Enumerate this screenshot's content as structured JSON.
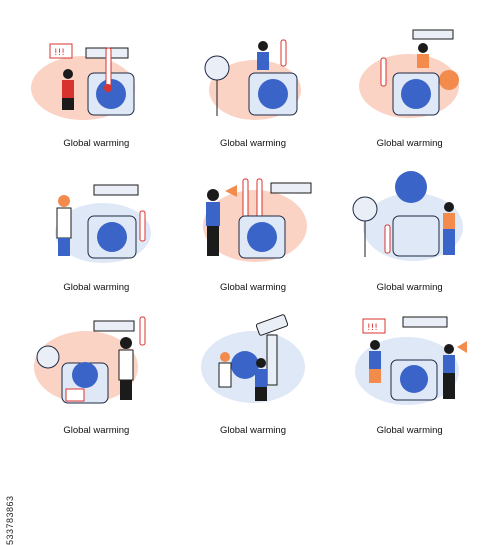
{
  "tiles": [
    {
      "caption": "Global warming"
    },
    {
      "caption": "Global warming"
    },
    {
      "caption": "Global warming"
    },
    {
      "caption": "Global warming"
    },
    {
      "caption": "Global warming"
    },
    {
      "caption": "Global warming"
    },
    {
      "caption": "Global warming"
    },
    {
      "caption": "Global warming"
    },
    {
      "caption": "Global warming"
    }
  ],
  "stock_id": "533783863",
  "colors": {
    "ice": "#dfe8f6",
    "ice_edge": "#1f2a44",
    "earth_blue": "#3b64c9",
    "blob_peach": "#fbd3c4",
    "accent_orange": "#f28b4b",
    "warning_red": "#d9332f",
    "outline": "#1b1b1b"
  },
  "icons": [
    "ice-cube-icon",
    "globe-icon",
    "thermometer-icon",
    "air-conditioner-icon",
    "fan-icon",
    "warning-sign-icon",
    "megaphone-icon",
    "microscope-icon",
    "sun-icon",
    "person-icon"
  ]
}
